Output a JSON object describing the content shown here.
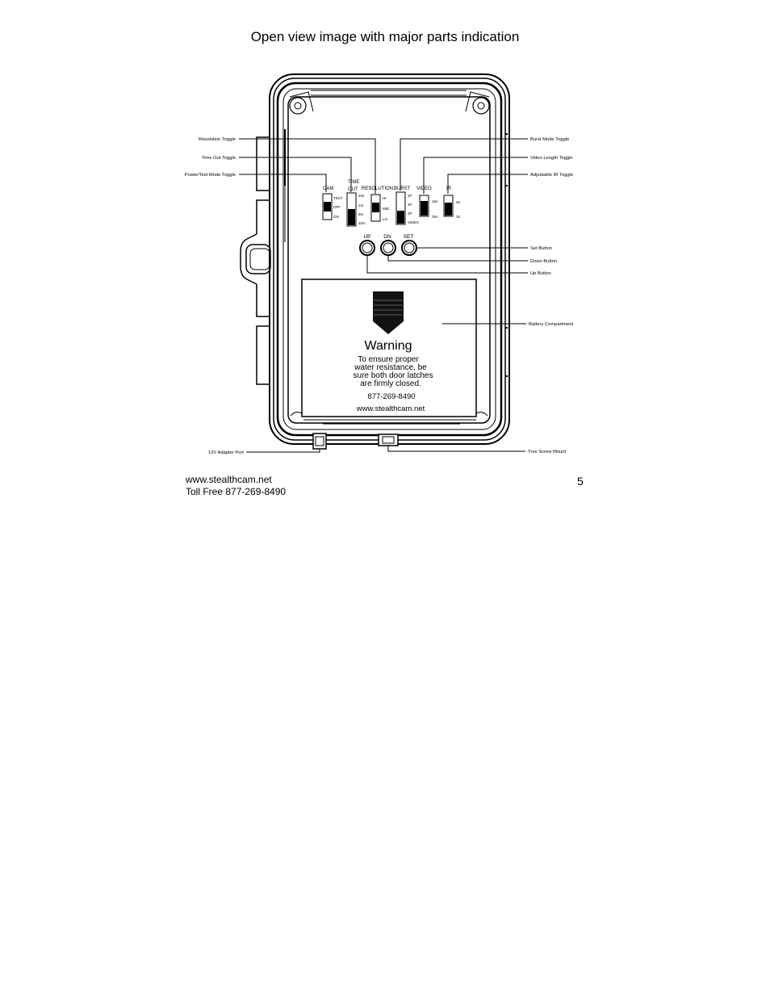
{
  "page": {
    "title": "Open view image with major parts indication",
    "page_number": "5"
  },
  "footer": {
    "website": "www.stealthcam.net",
    "toll_free": "Toll Free 877-269-8490"
  },
  "callouts": {
    "resolution_toggle": "Resolution Toggle",
    "time_out_toggle": "Time Out Toggle",
    "power_test_mode_toggle": "Power/Test Mode Toggle",
    "burst_mode_toggle": "Burst Mode Toggle",
    "video_length_toggle": "Video Length Toggle",
    "adjustable_ir_toggle": "Adjustable IR Toggle",
    "set_button": "Set Button",
    "down_button": "Down Button",
    "up_button": "Up Button",
    "battery_compartment": "Battery Compartment",
    "adapter_port": "12V Adapter Port",
    "tree_screw_mount": "Tree Screw Mount"
  },
  "switches": {
    "cam": {
      "label": "CAM",
      "positions": [
        "TEST",
        "OFF",
        "ON"
      ]
    },
    "time_out": {
      "label_line1": "TIME",
      "label_line2": "OUT",
      "positions": [
        "20s",
        "1m",
        "5m",
        "10m"
      ]
    },
    "resolution": {
      "label": "RESOLUTION",
      "positions": [
        "HI",
        "MID",
        "LO"
      ]
    },
    "burst": {
      "label": "BURST",
      "positions": [
        "1P",
        "2P",
        "3P",
        "VIDEO"
      ]
    },
    "video": {
      "label": "VIDEO",
      "positions": [
        "15s",
        "30s"
      ]
    },
    "ir": {
      "label": "IR",
      "positions": [
        "45",
        "30"
      ]
    }
  },
  "buttons": {
    "up": "UP",
    "dn": "DN",
    "set": "SET"
  },
  "warning_label": {
    "heading": "Warning",
    "line1": "To ensure proper",
    "line2": "water resistance, be",
    "line3": "sure both door latches",
    "line4": "are firmly closed.",
    "phone": "877-269-8490",
    "website": "www.stealthcam.net"
  }
}
